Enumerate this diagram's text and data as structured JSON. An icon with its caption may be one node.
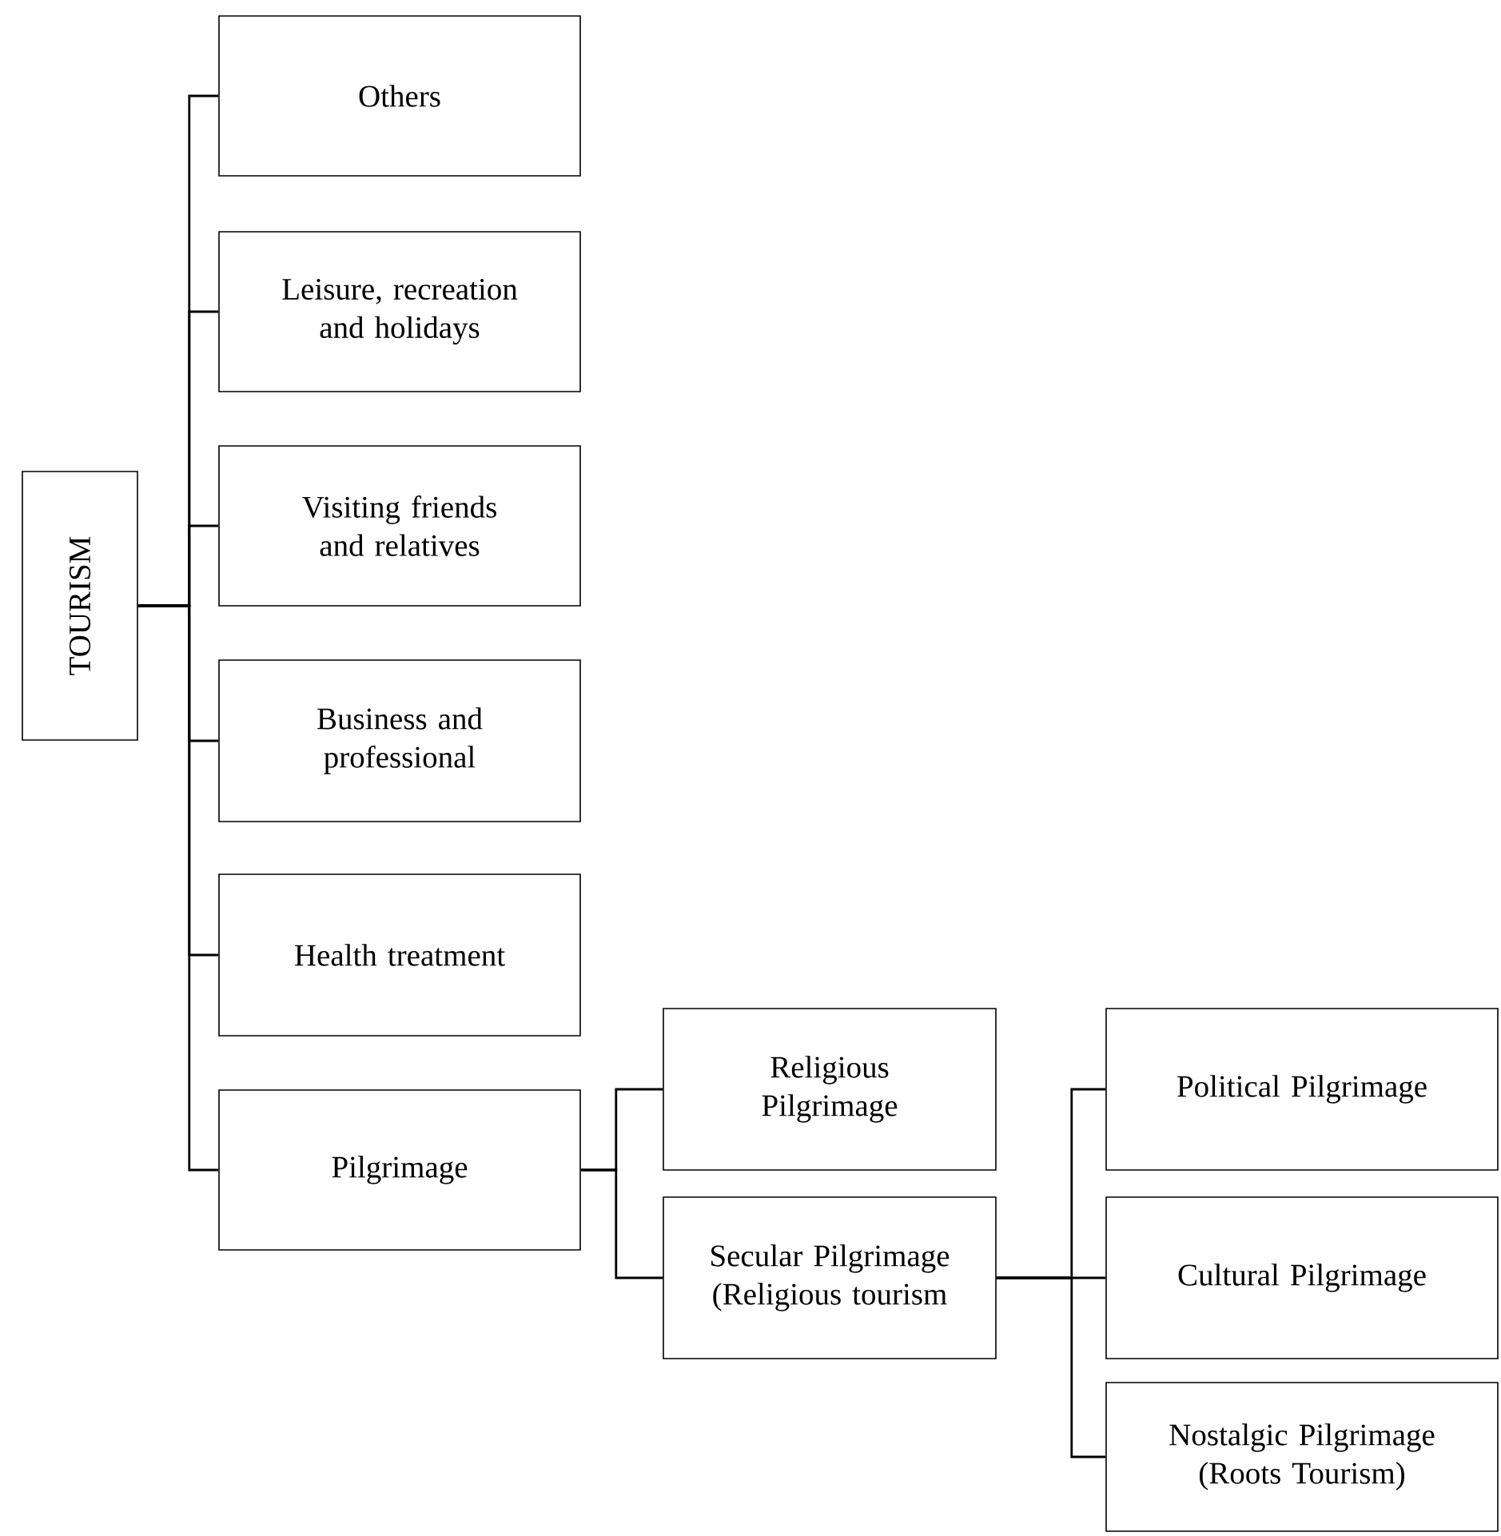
{
  "diagram": {
    "nodes": [
      {
        "text": [
          "TOURISM"
        ]
      },
      {
        "text": [
          "Others"
        ]
      },
      {
        "text": [
          "Leisure, recreation and holidays"
        ]
      },
      {
        "text": [
          "Visiting friends and relatives"
        ]
      },
      {
        "text": [
          "Business and professional"
        ]
      },
      {
        "text": [
          "Health treatment"
        ]
      },
      {
        "text": [
          "Pilgrimage"
        ]
      },
      {
        "text": [
          "Religious Pilgrimage"
        ]
      },
      {
        "text": [
          "Secular Pilgrimage (Religious tourism"
        ]
      },
      {
        "text": [
          "Political Pilgrimage"
        ]
      },
      {
        "text": [
          "Cultural Pilgrimage"
        ]
      },
      {
        "text": [
          "Nostalgic Pilgrimage (Roots Tourism)"
        ]
      }
    ],
    "edges": [
      {
        "from": 0,
        "to": 1,
        "arrow": "none"
      },
      {
        "from": 0,
        "to": 2,
        "arrow": "none"
      },
      {
        "from": 0,
        "to": 3,
        "arrow": "none"
      },
      {
        "from": 0,
        "to": 4,
        "arrow": "none"
      },
      {
        "from": 0,
        "to": 5,
        "arrow": "none"
      },
      {
        "from": 0,
        "to": 6,
        "arrow": "none"
      },
      {
        "from": 6,
        "to": 7,
        "arrow": "none"
      },
      {
        "from": 6,
        "to": 8,
        "arrow": "none"
      },
      {
        "from": 8,
        "to": 9,
        "arrow": "none"
      },
      {
        "from": 8,
        "to": 10,
        "arrow": "none"
      },
      {
        "from": 8,
        "to": 11,
        "arrow": "none"
      }
    ]
  }
}
